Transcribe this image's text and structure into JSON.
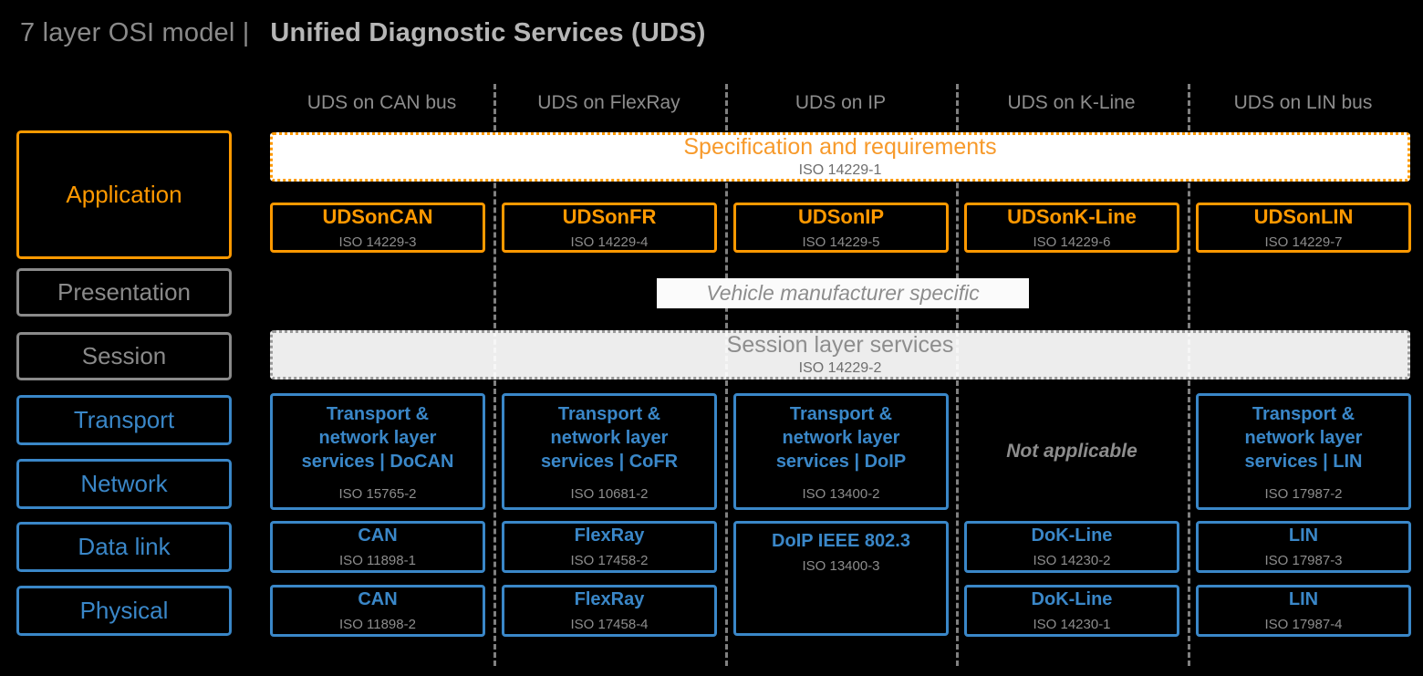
{
  "title": {
    "left": "7 layer OSI model |",
    "right": "Unified Diagnostic Services (UDS)"
  },
  "columns": [
    {
      "label": "UDS on CAN bus"
    },
    {
      "label": "UDS on FlexRay"
    },
    {
      "label": "UDS on IP"
    },
    {
      "label": "UDS on K-Line"
    },
    {
      "label": "UDS on LIN bus"
    }
  ],
  "osi_layers": [
    {
      "label": "Application",
      "color": "#FF9900"
    },
    {
      "label": "Presentation",
      "color": "#8a8a8a"
    },
    {
      "label": "Session",
      "color": "#8a8a8a"
    },
    {
      "label": "Transport",
      "color": "#3A87C8"
    },
    {
      "label": "Network",
      "color": "#3A87C8"
    },
    {
      "label": "Data link",
      "color": "#3A87C8"
    },
    {
      "label": "Physical",
      "color": "#3A87C8"
    }
  ],
  "spec_banner": {
    "main": "Specification and requirements",
    "iso": "ISO 14229-1"
  },
  "application_cells": [
    {
      "prefix": "UDSon",
      "suffix": "CAN",
      "iso": "ISO 14229-3"
    },
    {
      "prefix": "UDSon",
      "suffix": "FR",
      "iso": "ISO 14229-4"
    },
    {
      "prefix": "UDSon",
      "suffix": "IP",
      "iso": "ISO 14229-5"
    },
    {
      "prefix": "UDSon",
      "suffix": "K-Line",
      "iso": "ISO 14229-6"
    },
    {
      "prefix": "UDSon",
      "suffix": "LIN",
      "iso": "ISO 14229-7"
    }
  ],
  "presentation_note": "Vehicle manufacturer specific",
  "session_banner": {
    "main": "Session layer services",
    "iso": "ISO 14229-2"
  },
  "transport_cells": [
    {
      "line1": "Transport &",
      "line2": "network layer",
      "line3a": "services  |  ",
      "line3b": "DoCAN",
      "iso": "ISO 15765-2"
    },
    {
      "line1": "Transport &",
      "line2": "network layer",
      "line3a": "services  |  ",
      "line3b": "CoFR",
      "iso": "ISO 10681-2"
    },
    {
      "line1": "Transport &",
      "line2": "network layer",
      "line3a": "services  |  ",
      "line3b": "DoIP",
      "iso": "ISO 13400-2"
    },
    {
      "line1": "Transport &",
      "line2": "network layer",
      "line3a": "services  |  ",
      "line3b": "LIN",
      "iso": "ISO 17987-2"
    }
  ],
  "transport_not_applicable": "Not applicable",
  "datalink_cells": [
    {
      "main": "CAN",
      "iso": "ISO 11898-1"
    },
    {
      "main": "FlexRay",
      "iso": "ISO 17458-2"
    },
    {
      "main": "DoIP IEEE 802.3",
      "iso": "ISO 13400-3"
    },
    {
      "main": "DoK-Line",
      "iso": "ISO 14230-2"
    },
    {
      "main": "LIN",
      "iso": "ISO 17987-3"
    }
  ],
  "physical_cells": [
    {
      "main": "CAN",
      "iso": "ISO 11898-2"
    },
    {
      "main": "FlexRay",
      "iso": "ISO 17458-4"
    },
    {
      "main": "DoK-Line",
      "iso": "ISO 14230-1"
    },
    {
      "main": "LIN",
      "iso": "ISO 17987-4"
    }
  ],
  "colors": {
    "background": "#000000",
    "orange": "#FF9900",
    "blue": "#3A87C8",
    "grey": "#8a8a8a",
    "iso_text": "#8d8d8d",
    "banner_fill": "#ffffff"
  }
}
